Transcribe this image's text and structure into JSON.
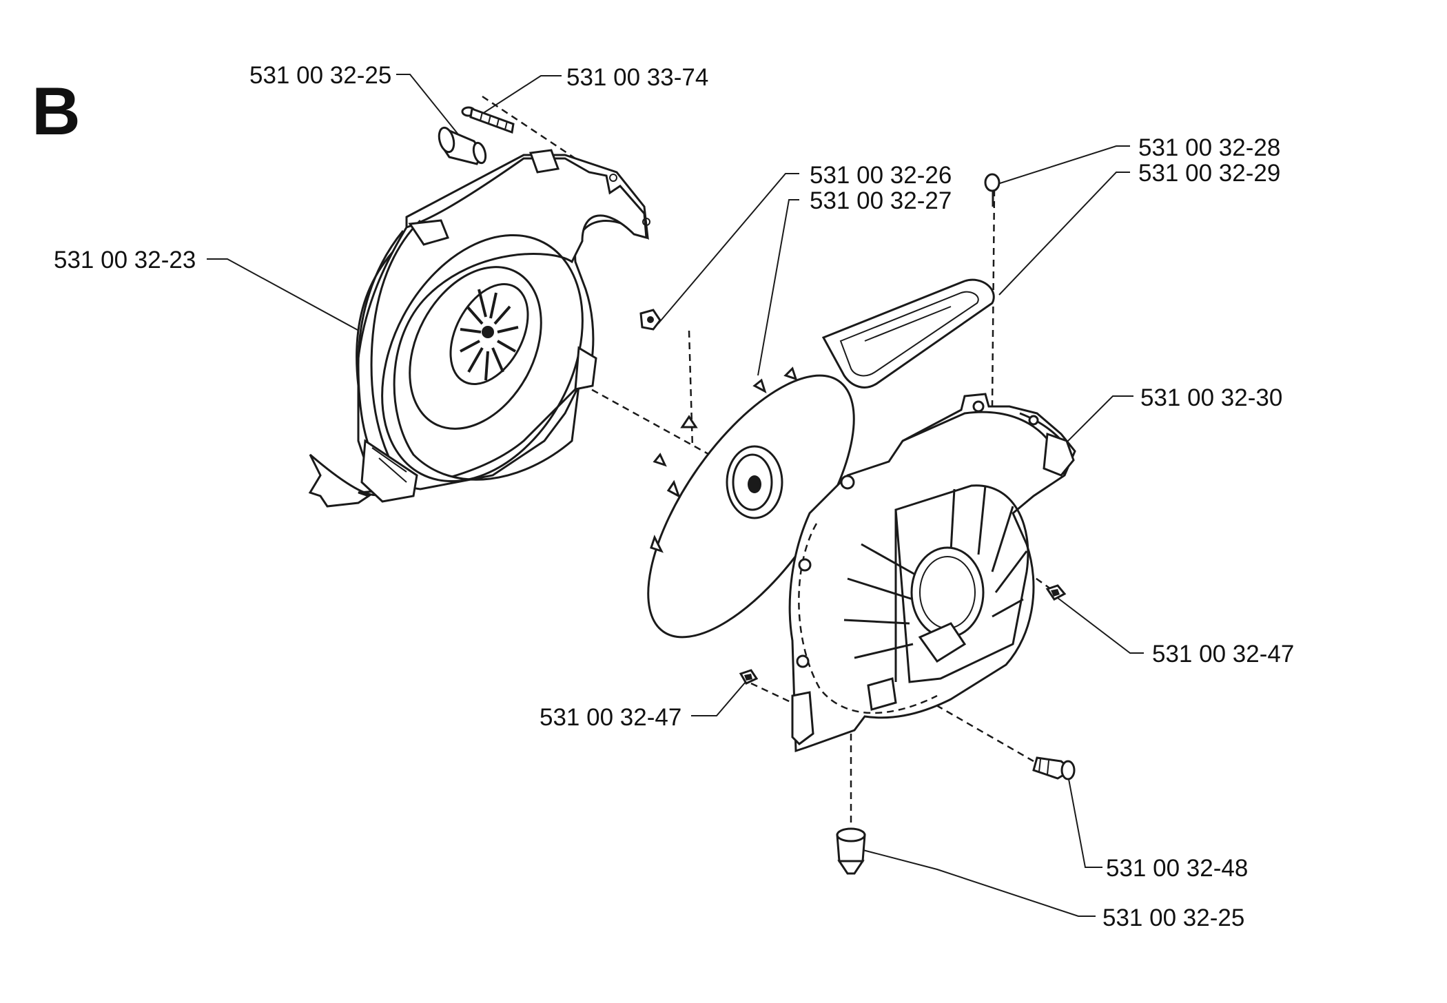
{
  "section_letter": "B",
  "parts": [
    {
      "id": "p1",
      "number": "531 00 32-25"
    },
    {
      "id": "p2",
      "number": "531 00 33-74"
    },
    {
      "id": "p3",
      "number": "531 00 32-23"
    },
    {
      "id": "p4",
      "number": "531 00 32-26"
    },
    {
      "id": "p5",
      "number": "531 00 32-27"
    },
    {
      "id": "p6",
      "number": "531 00 32-28"
    },
    {
      "id": "p7",
      "number": "531 00 32-29"
    },
    {
      "id": "p8",
      "number": "531 00 32-30"
    },
    {
      "id": "p9",
      "number": "531 00 32-47"
    },
    {
      "id": "p10",
      "number": "531 00 32-47"
    },
    {
      "id": "p11",
      "number": "531 00 32-48"
    },
    {
      "id": "p12",
      "number": "531 00 32-25"
    }
  ]
}
